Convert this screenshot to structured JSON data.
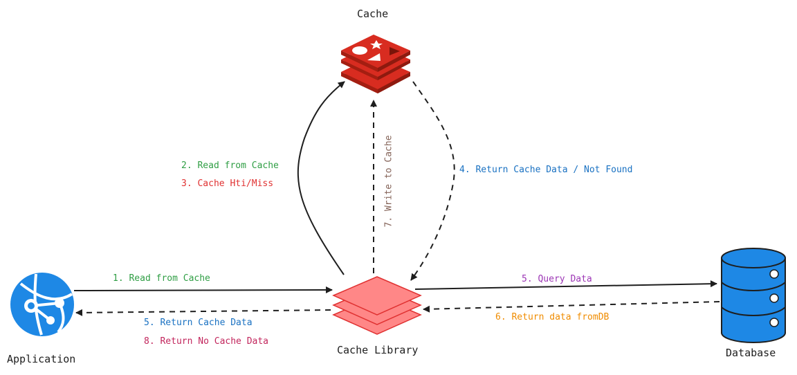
{
  "nodes": {
    "cache": {
      "label": "Cache",
      "icon": "redis-stack-icon",
      "color": "#c6302b"
    },
    "application": {
      "label": "Application",
      "icon": "web-app-icon",
      "color": "#1e88e5"
    },
    "cache_library": {
      "label": "Cache Library",
      "icon": "layers-stack-icon",
      "color": "#ff8787"
    },
    "database": {
      "label": "Database",
      "icon": "database-cylinder-icon",
      "color": "#1e88e5"
    }
  },
  "edges": [
    {
      "id": "e1",
      "from": "application",
      "to": "cache_library",
      "style": "solid",
      "labels": [
        "1. Read from Cache"
      ]
    },
    {
      "id": "e2",
      "from": "cache_library",
      "to": "cache",
      "style": "solid",
      "labels": [
        "2. Read from Cache",
        "3. Cache Hti/Miss"
      ]
    },
    {
      "id": "e3",
      "from": "cache",
      "to": "cache_library",
      "style": "dashed",
      "labels": [
        "4. Return Cache Data / Not Found"
      ]
    },
    {
      "id": "e4",
      "from": "cache_library",
      "to": "database",
      "style": "solid",
      "labels": [
        "5. Query Data"
      ]
    },
    {
      "id": "e5",
      "from": "database",
      "to": "cache_library",
      "style": "dashed",
      "labels": [
        "6. Return data fromDB"
      ]
    },
    {
      "id": "e6",
      "from": "cache_library",
      "to": "application",
      "style": "dashed",
      "labels": [
        "5. Return Cache Data",
        "8. Return No Cache Data"
      ]
    },
    {
      "id": "e7",
      "from": "cache_library",
      "to": "cache",
      "style": "dashed",
      "labels": [
        "7. Write to Cache"
      ]
    }
  ],
  "colors": {
    "green": "#2f9e44",
    "red": "#e03131",
    "blue": "#1971c2",
    "purple": "#9c36b5",
    "orange": "#f08c00",
    "pink": "#c2255c",
    "brown": "#846358",
    "line": "#1e1e1e"
  }
}
